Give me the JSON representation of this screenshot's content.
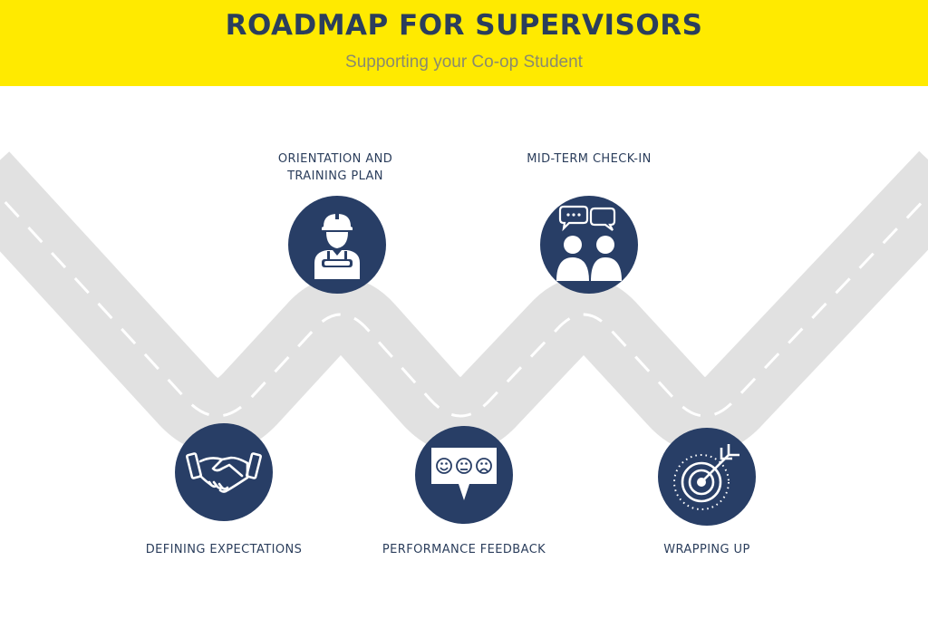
{
  "header": {
    "title": "ROADMAP FOR SUPERVISORS",
    "subtitle": "Supporting your Co-op Student"
  },
  "colors": {
    "banner": "#ffea00",
    "title": "#2b3e5c",
    "subtitle": "#8a8a6e",
    "road": "#e1e1e1",
    "road_dash": "#ffffff",
    "circle": "#283e66"
  },
  "steps": [
    {
      "label_lines": [
        "DEFINING EXPECTATIONS"
      ],
      "icon": "handshake-icon"
    },
    {
      "label_lines": [
        "ORIENTATION AND",
        "TRAINING PLAN"
      ],
      "icon": "worker-icon"
    },
    {
      "label_lines": [
        "PERFORMANCE FEEDBACK"
      ],
      "icon": "feedback-faces-icon"
    },
    {
      "label_lines": [
        "MID-TERM CHECK-IN"
      ],
      "icon": "conversation-icon"
    },
    {
      "label_lines": [
        "WRAPPING UP"
      ],
      "icon": "target-icon"
    }
  ]
}
